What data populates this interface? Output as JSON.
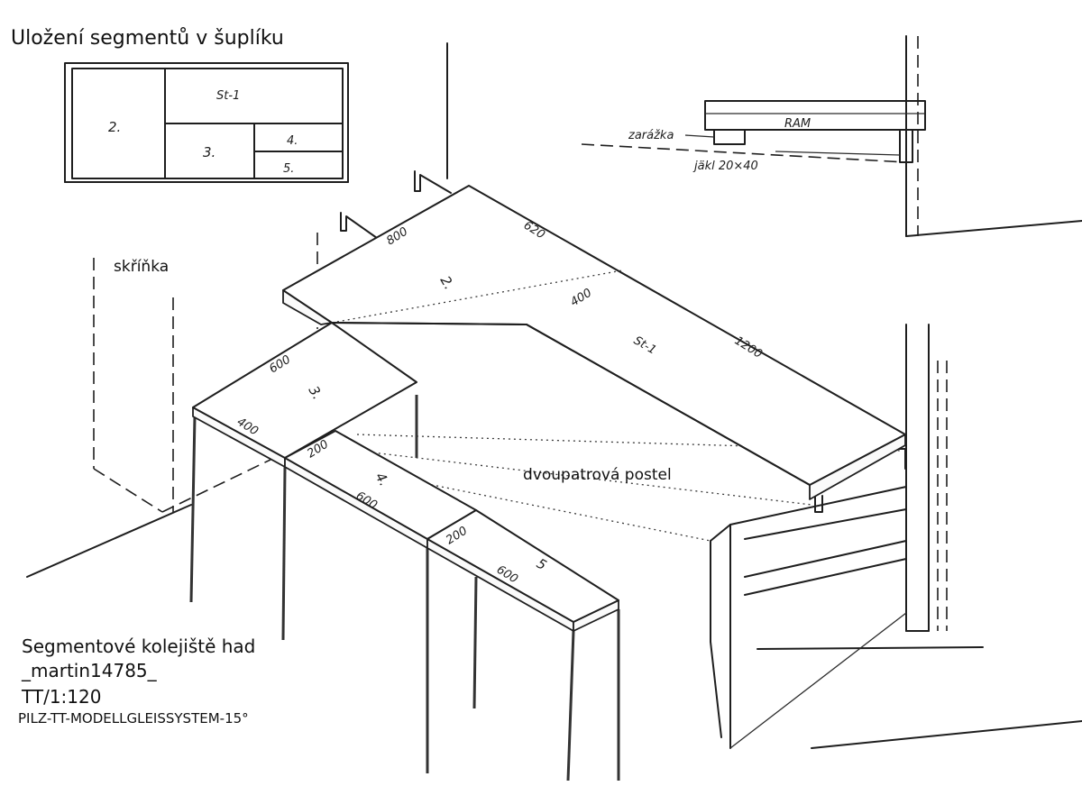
{
  "captions": {
    "title": "Uložení segmentů v šuplíku",
    "cabinet": "skříňka",
    "bed": "dvoupatrová postel",
    "line1": "Segmentové kolejiště had",
    "line2": "_martin14785_",
    "line3": "TT/1:120",
    "line4": "PILZ-TT-MODELLGLEISSYSTEM-15°"
  },
  "drawer": {
    "seg2": "2.",
    "st1": "St-1",
    "seg3": "3.",
    "seg4": "4.",
    "seg5": "5."
  },
  "detail": {
    "frame": "RAM",
    "stop": "zarážka",
    "angle": "jäkl 20×40"
  },
  "segments": {
    "seg2_label": "2.",
    "seg2_len": "800",
    "seg2_width": "620",
    "seg2_inner": "400",
    "st1_label": "St-1",
    "st1_len": "1200",
    "seg3_label": "3.",
    "seg3_len": "600",
    "seg3_width": "400",
    "seg4_label": "4.",
    "seg4_width": "200",
    "seg4_len": "600",
    "seg5_label": "5",
    "seg5_width": "200",
    "seg5_len": "600"
  }
}
